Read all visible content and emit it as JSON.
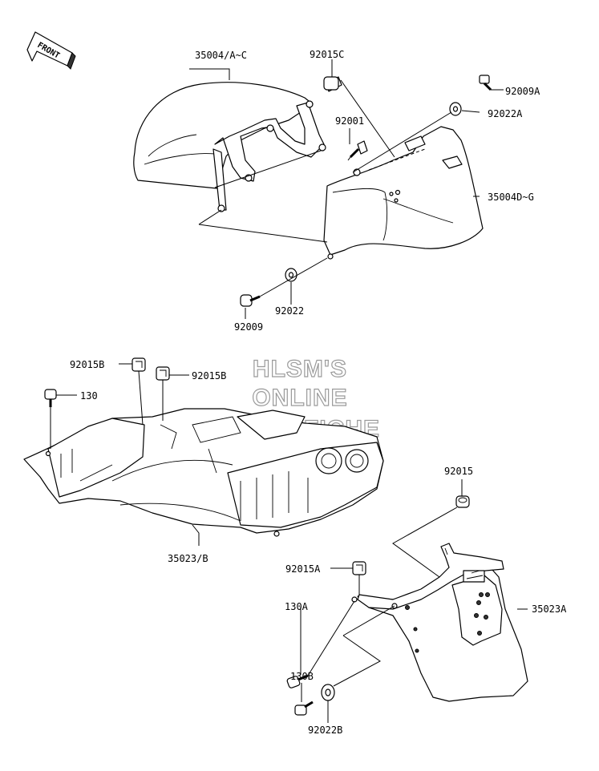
{
  "diagram": {
    "direction_arrow": {
      "label": "FRONT",
      "icon": "front-arrow-icon"
    },
    "watermark": [
      "HLSM'S",
      "ONLINE",
      "MICROFICHE"
    ],
    "callouts": [
      {
        "id": "35004-a-c",
        "label": "35004/A~C"
      },
      {
        "id": "92015c",
        "label": "92015C"
      },
      {
        "id": "92009a",
        "label": "92009A"
      },
      {
        "id": "92022a",
        "label": "92022A"
      },
      {
        "id": "92001",
        "label": "92001"
      },
      {
        "id": "35004d-g",
        "label": "35004D~G"
      },
      {
        "id": "92022",
        "label": "92022"
      },
      {
        "id": "92009",
        "label": "92009"
      },
      {
        "id": "92015b-1",
        "label": "92015B"
      },
      {
        "id": "92015b-2",
        "label": "92015B"
      },
      {
        "id": "130",
        "label": "130"
      },
      {
        "id": "35023-b",
        "label": "35023/B"
      },
      {
        "id": "92015",
        "label": "92015"
      },
      {
        "id": "92015a",
        "label": "92015A"
      },
      {
        "id": "130a",
        "label": "130A"
      },
      {
        "id": "35023a",
        "label": "35023A"
      },
      {
        "id": "130b",
        "label": "130B"
      },
      {
        "id": "92022b",
        "label": "92022B"
      }
    ]
  }
}
